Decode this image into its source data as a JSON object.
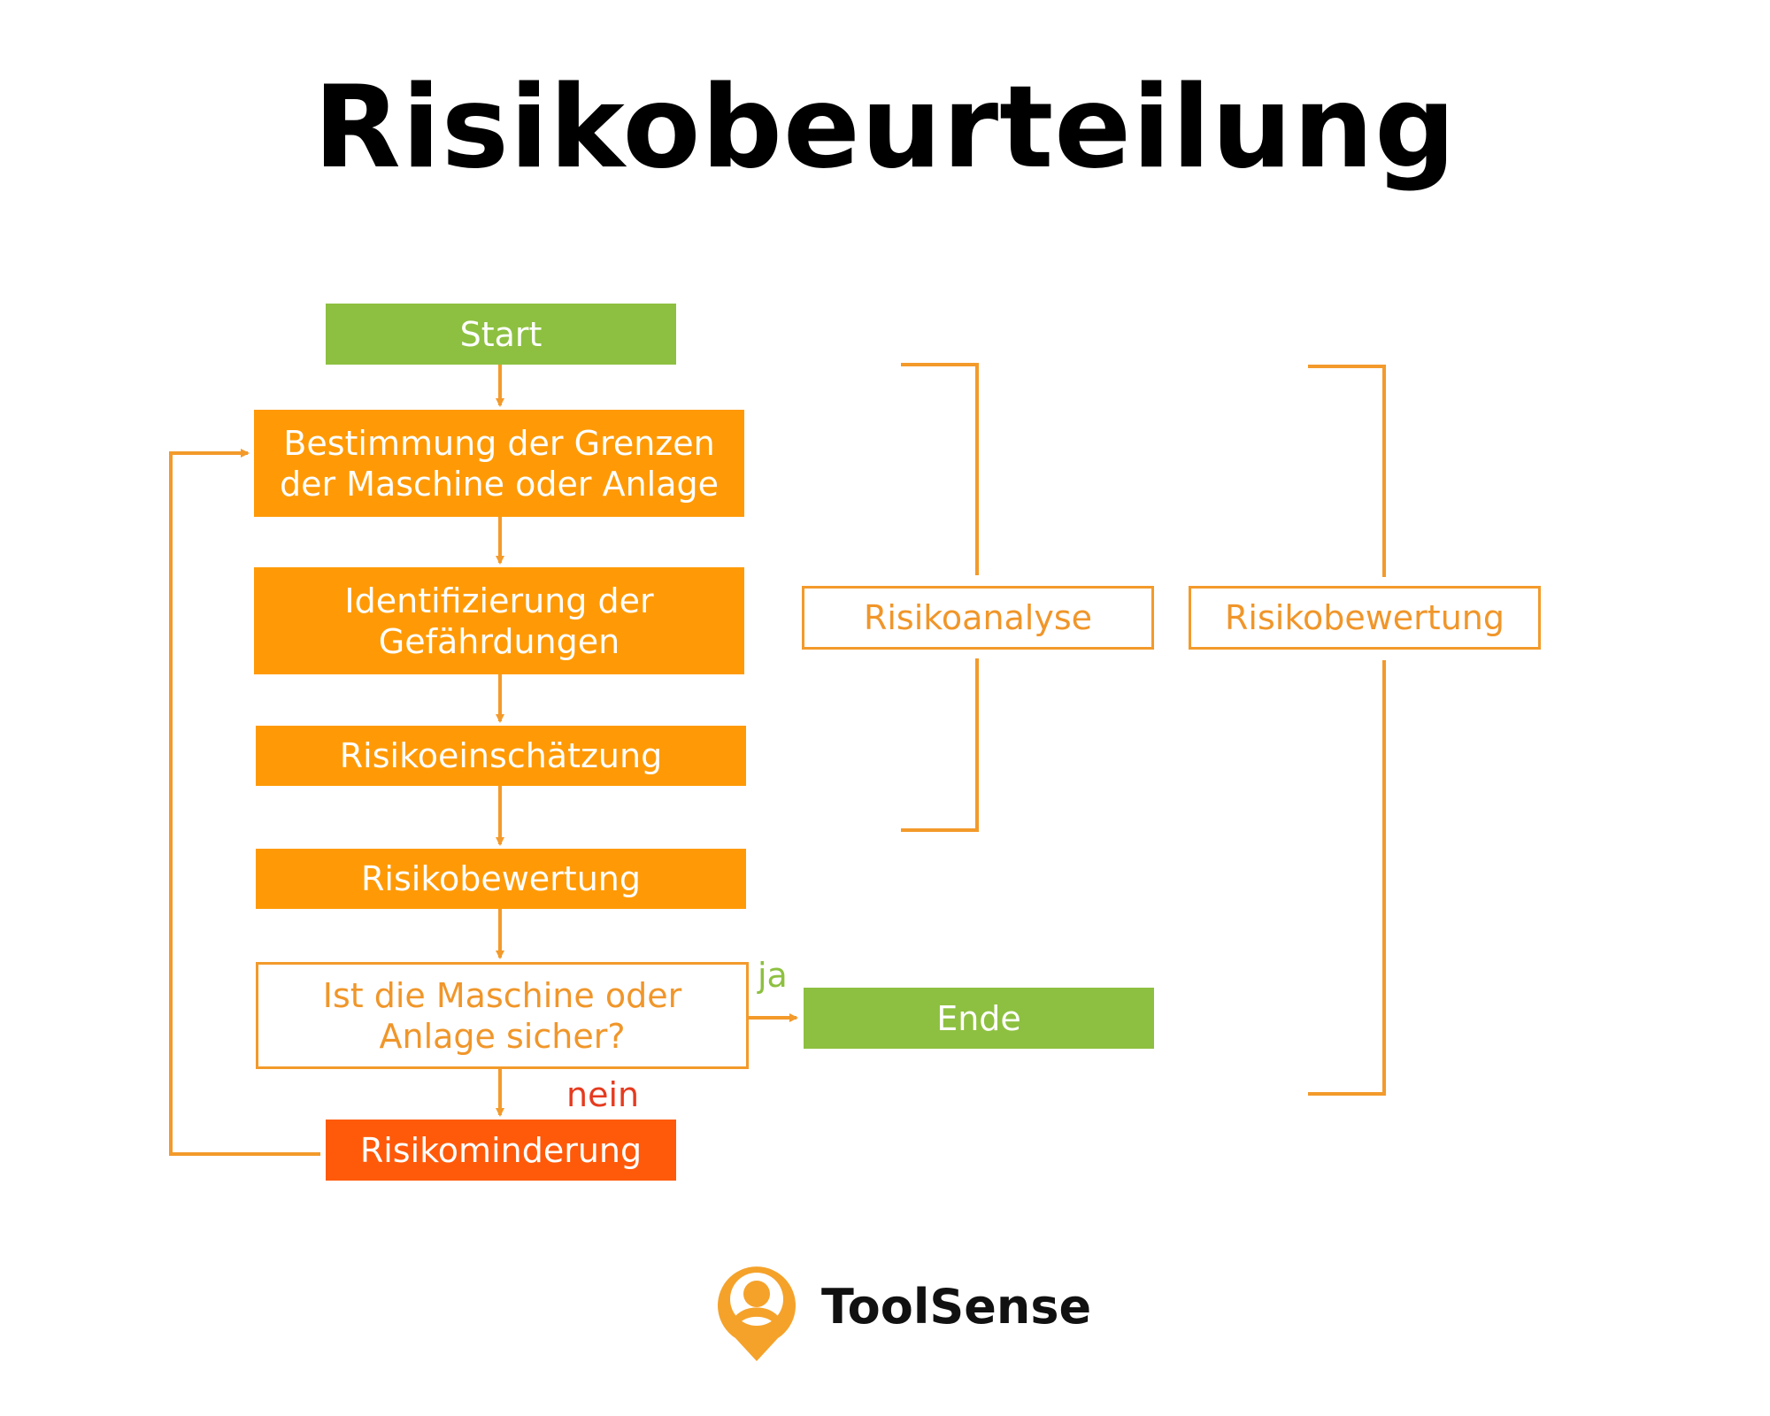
{
  "title": "Risikobeurteilung",
  "flow": {
    "start": "Start",
    "step1": "Bestimmung der Grenzen der Maschine oder Anlage",
    "step2": "Identifizierung der Gefährdungen",
    "step3": "Risikoeinschätzung",
    "step4": "Risikobewertung",
    "decision": "Ist die Maschine oder Anlage sicher?",
    "yes_label": "ja",
    "no_label": "nein",
    "end": "Ende",
    "reduction": "Risikominderung"
  },
  "groups": {
    "analysis": "Risikoanalyse",
    "evaluation": "Risikobewertung"
  },
  "brand": {
    "name": "ToolSense",
    "icon": "location-pin-icon"
  },
  "colors": {
    "green": "#8dc040",
    "orange": "#ff9a06",
    "red": "#ff5a0a",
    "line": "#f39a2b",
    "yes": "#8dc040",
    "no": "#e53b1f"
  }
}
